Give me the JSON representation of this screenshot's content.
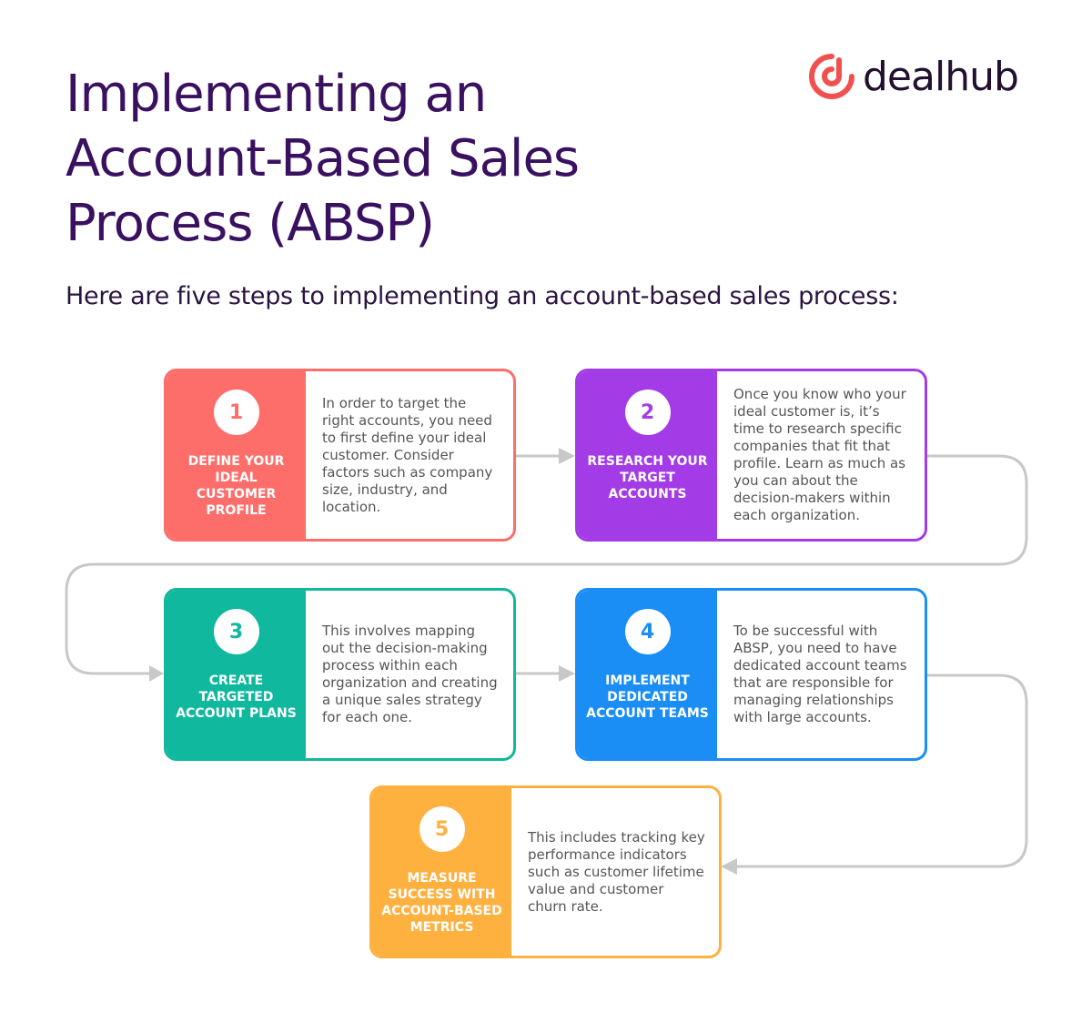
{
  "title": "Implementing an Account-Based Sales Process (ABSP)",
  "subtitle": "Here are five steps to implementing an account-based sales process:",
  "logo": {
    "text": "dealhub",
    "color": "#f0514f"
  },
  "steps": [
    {
      "num": "1",
      "label": "DEFINE YOUR IDEAL CUSTOMER PROFILE",
      "desc": "In order to target the right accounts, you need to first define your ideal customer. Consider factors such as company size, industry, and location.",
      "color": "#fd6e6a"
    },
    {
      "num": "2",
      "label": "RESEARCH YOUR TARGET ACCOUNTS",
      "desc": "Once you know who your ideal customer is, it’s time to research specific companies that fit that profile. Learn as much as you can about the decision-makers within each organization.",
      "color": "#a33be6"
    },
    {
      "num": "3",
      "label": "CREATE TARGETED ACCOUNT PLANS",
      "desc": "This involves mapping out the decision-making process within each organization and creating a unique sales strategy for each one.",
      "color": "#10b89d"
    },
    {
      "num": "4",
      "label": "IMPLEMENT DEDICATED ACCOUNT TEAMS",
      "desc": "To be successful with ABSP, you need to have dedicated account teams that are responsible for managing relationships with large accounts.",
      "color": "#1a8ef5"
    },
    {
      "num": "5",
      "label": "MEASURE SUCCESS WITH ACCOUNT-BASED METRICS",
      "desc": "This includes tracking key performance indicators such as customer lifetime value and customer churn rate.",
      "color": "#ffb13f"
    }
  ]
}
